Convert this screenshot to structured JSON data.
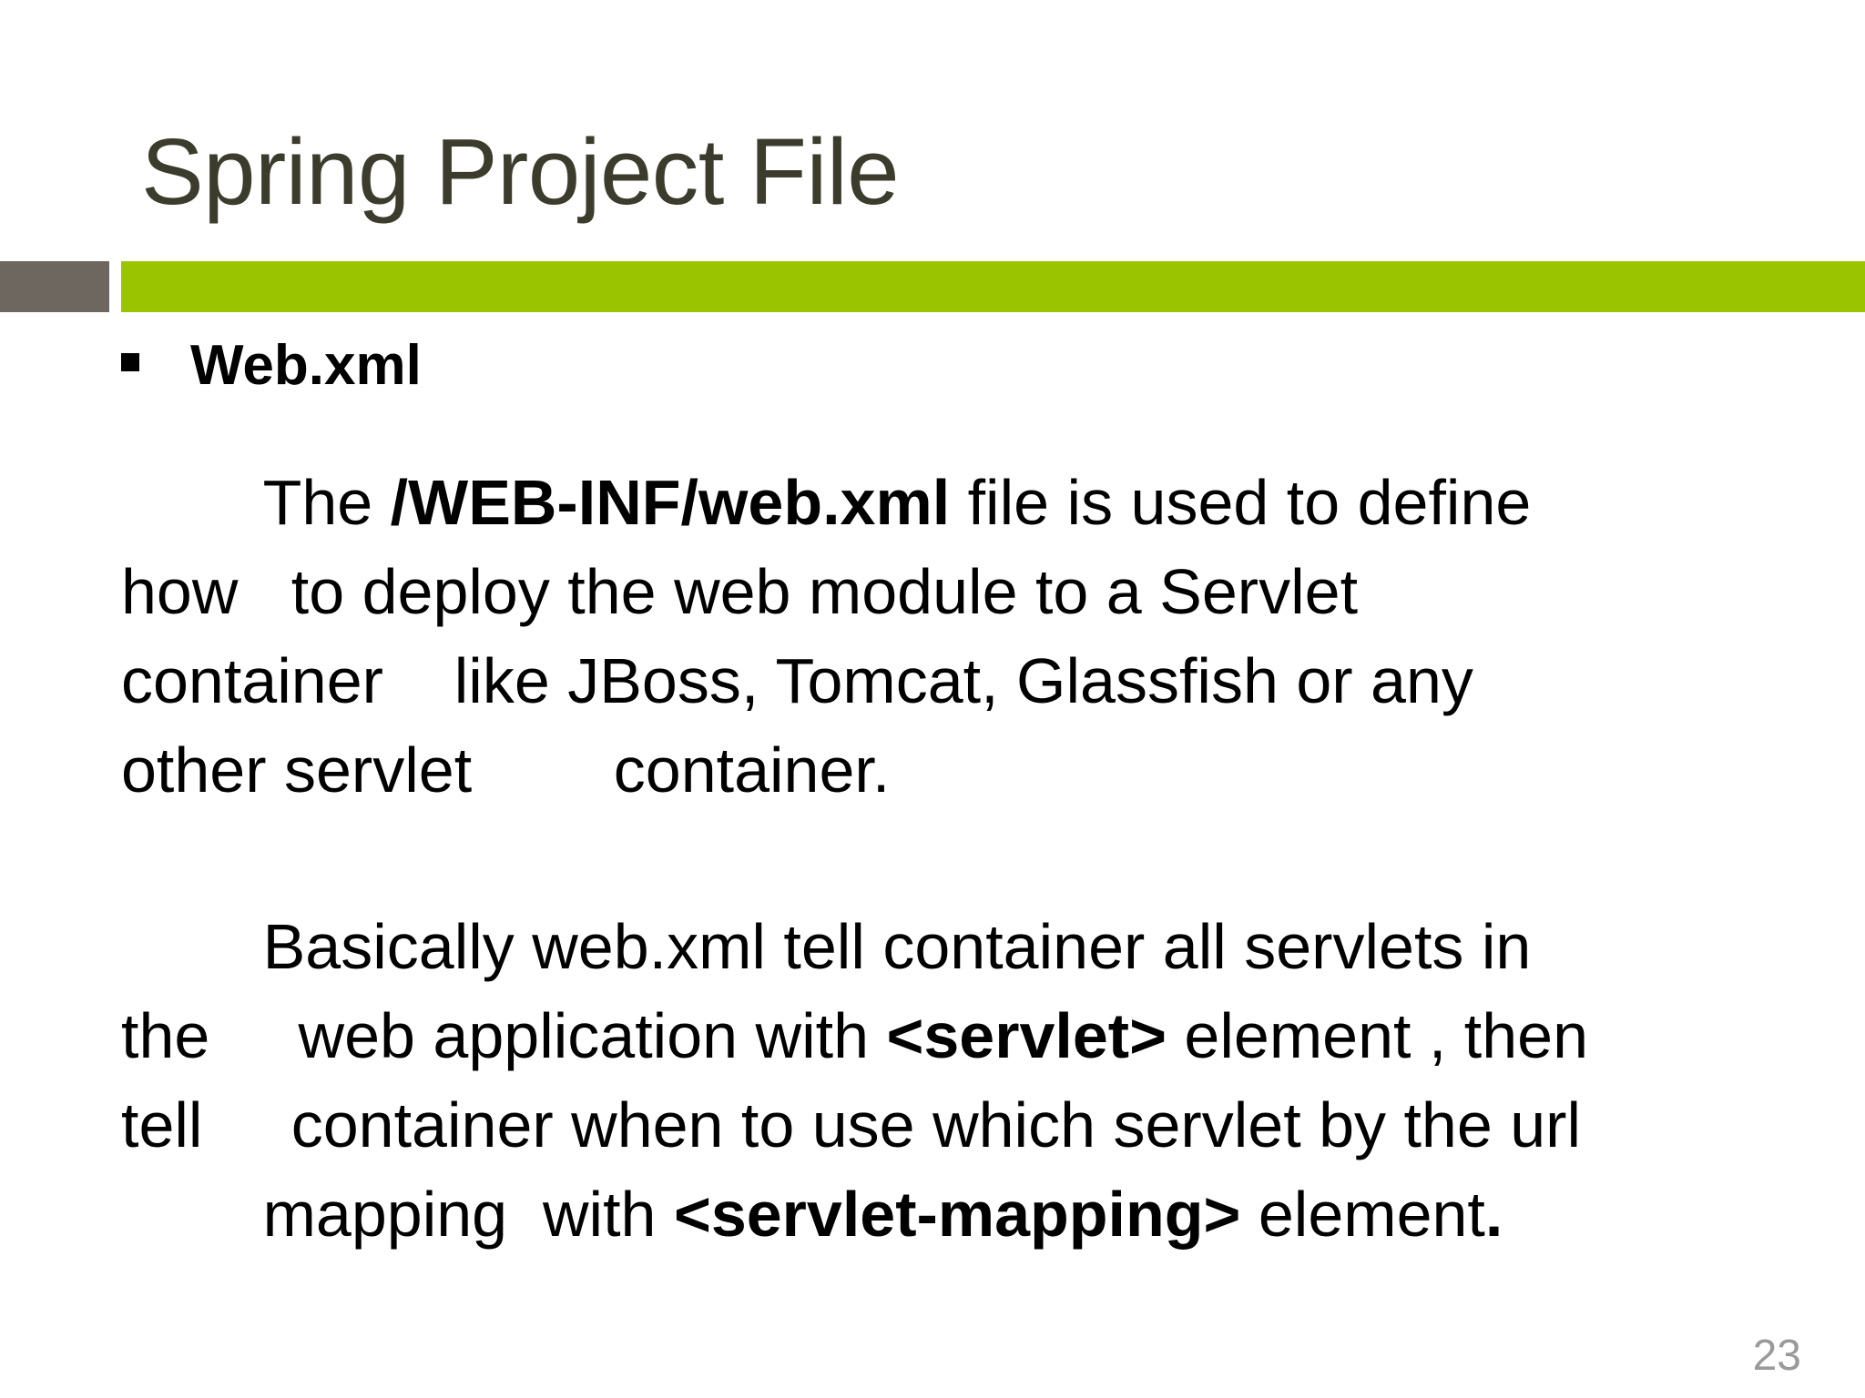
{
  "slide": {
    "title": "Spring Project File",
    "page_number": "23",
    "colors": {
      "title": "#3b3c2c",
      "divider_gray": "#6e675f",
      "divider_green": "#9bc400",
      "body_text": "#000000",
      "page_number": "#9a9a9a",
      "background": "#ffffff"
    }
  },
  "bullet": {
    "marker": "square-bullet",
    "label": "Web.xml"
  },
  "paragraphs": [
    {
      "id": "para-1",
      "segments": [
        {
          "text": "\tThe ",
          "bold": false
        },
        {
          "text": "/WEB-INF/web.xml",
          "bold": true
        },
        {
          "text": " file is used to define\nhow   to deploy the web module to a Servlet\ncontainer    like JBoss, Tomcat, Glassfish or any\nother servlet        container.",
          "bold": false
        }
      ]
    },
    {
      "id": "para-2",
      "segments": [
        {
          "text": "\tBasically web.xml tell container all servlets in\nthe     web application with ",
          "bold": false
        },
        {
          "text": "<servlet>",
          "bold": true
        },
        {
          "text": " element , then\ntell     container when to use which servlet by the url\n        mapping  with ",
          "bold": false
        },
        {
          "text": "<servlet-mapping>",
          "bold": true
        },
        {
          "text": " element",
          "bold": false
        },
        {
          "text": ".",
          "bold": true
        }
      ]
    }
  ]
}
